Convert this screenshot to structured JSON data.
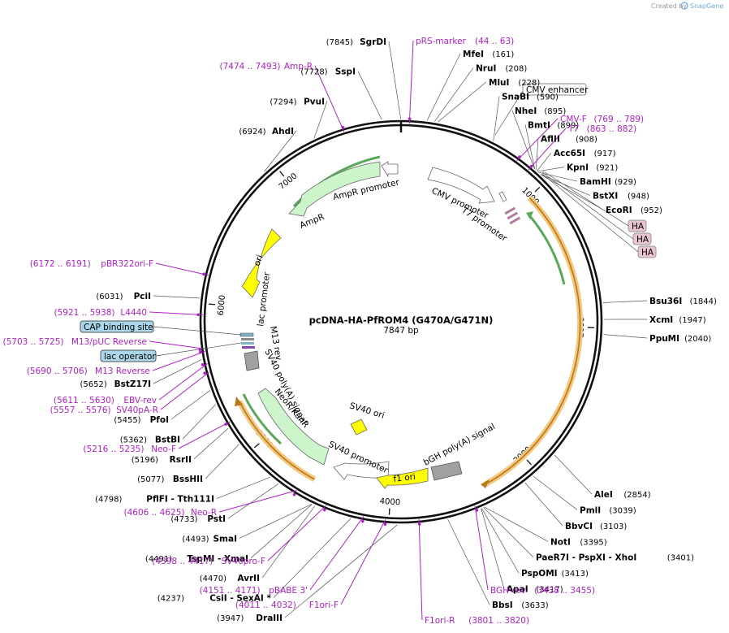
{
  "branding": {
    "created_by": "Created by",
    "product": "SnapGene"
  },
  "plasmid": {
    "name": "pcDNA-HA-PfROM4 (G470A/G471N)",
    "length_label": "7847 bp",
    "length": 7847
  },
  "ticks": [
    {
      "bp": 1000,
      "label": "1000"
    },
    {
      "bp": 2000,
      "label": "2000"
    },
    {
      "bp": 3000,
      "label": "3000"
    },
    {
      "bp": 4000,
      "label": "4000"
    },
    {
      "bp": 5000,
      "label": "5000"
    },
    {
      "bp": 6000,
      "label": "6000"
    },
    {
      "bp": 7000,
      "label": "7000"
    }
  ],
  "sites": [
    {
      "name": "SgrDI",
      "pos": "(7845)",
      "bp": 7845,
      "side": "left"
    },
    {
      "name": "SspI",
      "pos": "(7728)",
      "bp": 7728,
      "side": "left"
    },
    {
      "name": "PvuI",
      "pos": "(7294)",
      "bp": 7294,
      "side": "left"
    },
    {
      "name": "AhdI",
      "pos": "(6924)",
      "bp": 6924,
      "side": "left"
    },
    {
      "name": "PciI",
      "pos": "(6031)",
      "bp": 6031,
      "side": "left"
    },
    {
      "name": "BstZ17I",
      "pos": "(5652)",
      "bp": 5652,
      "side": "left"
    },
    {
      "name": "PfoI",
      "pos": "(5455)",
      "bp": 5455,
      "side": "left"
    },
    {
      "name": "BstBI",
      "pos": "(5362)",
      "bp": 5362,
      "side": "left"
    },
    {
      "name": "RsrII",
      "pos": "(5196)",
      "bp": 5196,
      "side": "left"
    },
    {
      "name": "BssHII",
      "pos": "(5077)",
      "bp": 5077,
      "side": "left"
    },
    {
      "name": "PflFI  - Tth111I",
      "pos": "(4798)",
      "bp": 4798,
      "side": "left"
    },
    {
      "name": "PstI",
      "pos": "(4733)",
      "bp": 4733,
      "side": "left"
    },
    {
      "name": "SmaI",
      "pos": "(4493)",
      "bp": 4493,
      "side": "left"
    },
    {
      "name": "TspMI  - XmaI",
      "pos": "(4491)",
      "bp": 4491,
      "side": "left"
    },
    {
      "name": "AvrII",
      "pos": "(4470)",
      "bp": 4470,
      "side": "left"
    },
    {
      "name": "CsiI  - SexAI *",
      "pos": "(4237)",
      "bp": 4237,
      "side": "left"
    },
    {
      "name": "DraIII",
      "pos": "(3947)",
      "bp": 3947,
      "side": "left"
    },
    {
      "name": "MfeI",
      "pos": "(161)",
      "bp": 161,
      "side": "right"
    },
    {
      "name": "NruI",
      "pos": "(208)",
      "bp": 208,
      "side": "right"
    },
    {
      "name": "MluI",
      "pos": "(228)",
      "bp": 228,
      "side": "right"
    },
    {
      "name": "SnaBI",
      "pos": "(590)",
      "bp": 590,
      "side": "right"
    },
    {
      "name": "NheI",
      "pos": "(895)",
      "bp": 895,
      "side": "right"
    },
    {
      "name": "BmtI",
      "pos": "(899)",
      "bp": 899,
      "side": "right"
    },
    {
      "name": "AflII",
      "pos": "(908)",
      "bp": 908,
      "side": "right"
    },
    {
      "name": "Acc65I",
      "pos": "(917)",
      "bp": 917,
      "side": "right"
    },
    {
      "name": "KpnI",
      "pos": "(921)",
      "bp": 921,
      "side": "right"
    },
    {
      "name": "BamHI",
      "pos": "(929)",
      "bp": 929,
      "side": "right"
    },
    {
      "name": "BstXI",
      "pos": "(948)",
      "bp": 948,
      "side": "right"
    },
    {
      "name": "EcoRI",
      "pos": "(952)",
      "bp": 952,
      "side": "right"
    },
    {
      "name": "Bsu36I",
      "pos": "(1844)",
      "bp": 1844,
      "side": "right"
    },
    {
      "name": "XcmI",
      "pos": "(1947)",
      "bp": 1947,
      "side": "right"
    },
    {
      "name": "PpuMI",
      "pos": "(2040)",
      "bp": 2040,
      "side": "right"
    },
    {
      "name": "AleI",
      "pos": "(2854)",
      "bp": 2854,
      "side": "right"
    },
    {
      "name": "PmlI",
      "pos": "(3039)",
      "bp": 3039,
      "side": "right"
    },
    {
      "name": "BbvCI",
      "pos": "(3103)",
      "bp": 3103,
      "side": "right"
    },
    {
      "name": "NotI",
      "pos": "(3395)",
      "bp": 3395,
      "side": "right"
    },
    {
      "name": "PaeR7I  - PspXI  - XhoI",
      "pos": "(3401)",
      "bp": 3401,
      "side": "right"
    },
    {
      "name": "PspOMI",
      "pos": "(3413)",
      "bp": 3413,
      "side": "right"
    },
    {
      "name": "ApaI",
      "pos": "(3417)",
      "bp": 3417,
      "side": "right"
    },
    {
      "name": "BbsI",
      "pos": "(3633)",
      "bp": 3633,
      "side": "right"
    }
  ],
  "primers": [
    {
      "name": "pRS-marker",
      "range": "(44 .. 63)",
      "bp": 53
    },
    {
      "name": "Amp-R",
      "range": "(7474 .. 7493)",
      "bp": 7483
    },
    {
      "name": "CMV-F",
      "range": "(769 .. 789)",
      "bp": 779
    },
    {
      "name": "T7",
      "range": "(863 .. 882)",
      "bp": 872
    },
    {
      "name": "pBR322ori-F",
      "range": "(6172 .. 6191)",
      "bp": 6181
    },
    {
      "name": "L4440",
      "range": "(5921 .. 5938)",
      "bp": 5929
    },
    {
      "name": "M13/pUC Reverse",
      "range": "(5703 .. 5725)",
      "bp": 5714
    },
    {
      "name": "M13 Reverse",
      "range": "(5690 .. 5706)",
      "bp": 5698
    },
    {
      "name": "EBV-rev",
      "range": "(5611 .. 5630)",
      "bp": 5620
    },
    {
      "name": "SV40pA-R",
      "range": "(5557 .. 5576)",
      "bp": 5566
    },
    {
      "name": "Neo-F",
      "range": "(5216 .. 5235)",
      "bp": 5225
    },
    {
      "name": "Neo-R",
      "range": "(4606 .. 4625)",
      "bp": 4615
    },
    {
      "name": "SV40pro-F",
      "range": "(4398 .. 4417)",
      "bp": 4407
    },
    {
      "name": "pBABE 3'",
      "range": "(4151 .. 4171)",
      "bp": 4161
    },
    {
      "name": "F1ori-F",
      "range": "(4011 .. 4032)",
      "bp": 4021
    },
    {
      "name": "F1ori-R",
      "range": "(3801 .. 3820)",
      "bp": 3810
    },
    {
      "name": "BGH-rev",
      "range": "(3438 .. 3455)",
      "bp": 3446
    }
  ],
  "boxed_features": [
    {
      "name": "CMV enhancer",
      "color": "#ffffff"
    },
    {
      "name": "HA",
      "color": "#e8c3d0"
    },
    {
      "name": "HA",
      "color": "#e8c3d0"
    },
    {
      "name": "HA",
      "color": "#e8c3d0"
    },
    {
      "name": "CAP binding site",
      "color": "#a9d6e8"
    },
    {
      "name": "lac operator",
      "color": "#a9d6e8"
    }
  ],
  "features": [
    {
      "name": "AmpR promoter",
      "color": "#ffffff",
      "kind": "promoter"
    },
    {
      "name": "AmpR",
      "color": "#ccf5cc",
      "kind": "cds"
    },
    {
      "name": "ori",
      "color": "#ffff00",
      "kind": "origin"
    },
    {
      "name": "CMV promoter",
      "color": "#ffffff",
      "kind": "promoter"
    },
    {
      "name": "T7 promoter",
      "color": "#ffffff",
      "kind": "promoter"
    },
    {
      "name": "lac promoter",
      "color": "#ffffff",
      "kind": "promoter"
    },
    {
      "name": "M13 rev",
      "color": "#ffffff",
      "kind": "primer-bind"
    },
    {
      "name": "SV40 poly(A) signal",
      "color": "#a0a0a0",
      "kind": "terminator"
    },
    {
      "name": "NeoR/KanR",
      "color": "#ccf5cc",
      "kind": "cds"
    },
    {
      "name": "SV40 ori",
      "color": "#ffff00",
      "kind": "origin"
    },
    {
      "name": "SV40 promoter",
      "color": "#ffffff",
      "kind": "promoter"
    },
    {
      "name": "f1 ori",
      "color": "#ffff00",
      "kind": "origin"
    },
    {
      "name": "bGH poly(A) signal",
      "color": "#a0a0a0",
      "kind": "terminator"
    }
  ],
  "colors": {
    "primer": "#b020c8",
    "cds": "#ccf5cc",
    "orf": "#f5c77e",
    "origin": "#ffff00",
    "terminator": "#a0a0a0"
  }
}
